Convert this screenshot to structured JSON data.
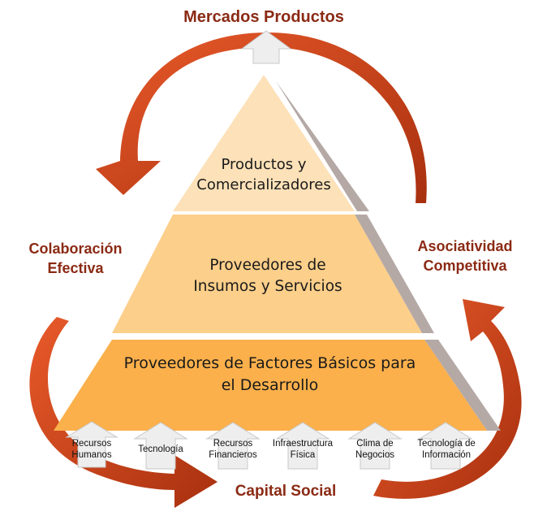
{
  "top_label": "Mercados Productos",
  "left_label": {
    "line1": "Colaboración",
    "line2": "Efectiva"
  },
  "right_label": {
    "line1": "Asociatividad",
    "line2": "Competitiva"
  },
  "bottom_label": "Capital Social",
  "tiers": {
    "top": {
      "line1": "Productos y",
      "line2": "Comercializadores",
      "color": "#fde1b8"
    },
    "middle": {
      "line1": "Proveedores de",
      "line2": "Insumos y Servicios",
      "color": "#fccf8a"
    },
    "bottom": {
      "line1": "Proveedores de Factores Básicos para",
      "line2": "el Desarrollo",
      "color": "#fbb04b"
    }
  },
  "factors": [
    {
      "line1": "Recursos",
      "line2": "Humanos"
    },
    {
      "line1": "Tecnología",
      "line2": ""
    },
    {
      "line1": "Recursos",
      "line2": "Financieros"
    },
    {
      "line1": "Infraestructura",
      "line2": "Física"
    },
    {
      "line1": "Clima de",
      "line2": "Negocios"
    },
    {
      "line1": "Tecnología de",
      "line2": "Información"
    }
  ],
  "colors": {
    "arrow": "#d9471f",
    "arrow_dark": "#a8300f",
    "label": "#8b2a14",
    "shadow": "#b5a9a6",
    "up_arrow": "#eeeeee"
  }
}
